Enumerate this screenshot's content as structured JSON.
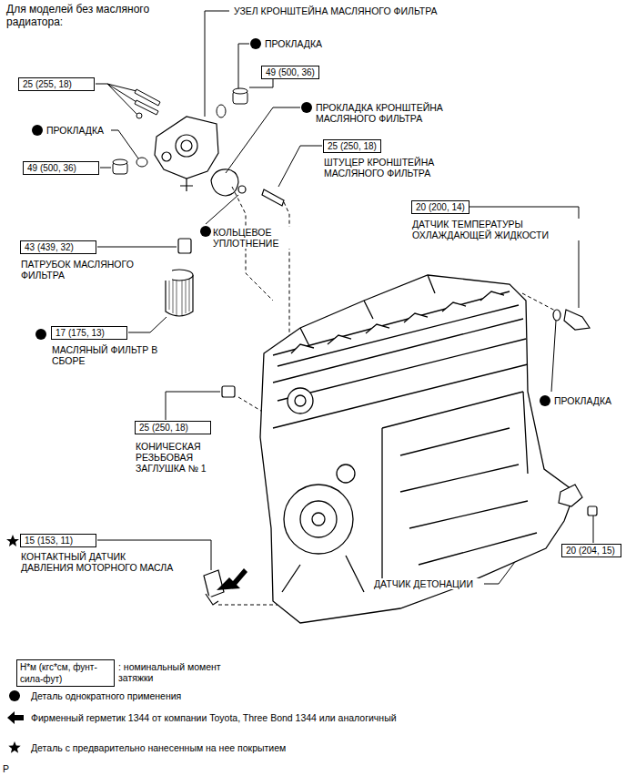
{
  "diagram": {
    "nodes": [
      {
        "text": [
          "49 (500, 36)"
        ]
      },
      {
        "text": [
          "25 (255, 18)"
        ]
      },
      {
        "text": [
          "25 (250, 18)"
        ]
      },
      {
        "text": [
          "49 (500, 36)"
        ]
      },
      {
        "text": [
          "20 (200, 14)"
        ]
      },
      {
        "text": [
          "43 (439, 32)"
        ]
      },
      {
        "text": [
          "17 (175, 13)"
        ]
      },
      {
        "text": [
          "25 (250, 18)"
        ]
      },
      {
        "text": [
          "15 (153, 11)"
        ]
      },
      {
        "text": [
          "20 (204, 15)"
        ]
      },
      {
        "text": [
          "Н*м (кгс*см, фунт-сила-фут)"
        ]
      }
    ],
    "labels": [
      "Для моделей без масляного радиатора:",
      "УЗЕЛ КРОНШТЕЙНА МАСЛЯНОГО ФИЛЬТРА",
      "ПРОКЛАДКА",
      "ПРОКЛАДКА",
      "ПРОКЛАДКА КРОНШТЕЙНА МАСЛЯНОГО ФИЛЬТРА",
      "ШТУЦЕР КРОНШТЕЙНА МАСЛЯНОГО ФИЛЬТРА",
      "ДАТЧИК ТЕМПЕРАТУРЫ ОХЛАЖДАЮЩЕЙ ЖИДКОСТИ",
      "КОЛЬЦЕВОЕ УПЛОТНЕНИЕ",
      "ПАТРУБОК МАСЛЯНОГО ФИЛЬТРА",
      "МАСЛЯНЫЙ ФИЛЬТР В СБОРЕ",
      "ПРОКЛАДКА",
      "КОНИЧЕСКАЯ РЕЗЬБОВАЯ ЗАГЛУШКА № 1",
      "КОНТАКТНЫЙ ДАТЧИК ДАВЛЕНИЯ МОТОРНОГО МАСЛА",
      "ДАТЧИК ДЕТОНАЦИИ",
      "P"
    ],
    "legend": [
      {
        "text": ": номинальный момент затяжки"
      },
      {
        "text": "Деталь однократного применения"
      },
      {
        "text": "Фирменный герметик 1344 от компании Toyota, Three Bond 1344 или аналогичный"
      },
      {
        "text": "Деталь с предварительно нанесенным на нее покрытием"
      }
    ]
  }
}
